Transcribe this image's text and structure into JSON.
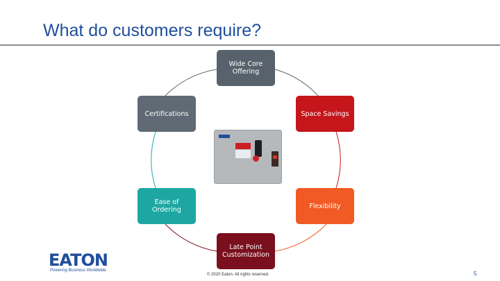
{
  "slide": {
    "title": "What do customers require?",
    "copyright": "© 2020 Eaton. All rights reserved.",
    "page_number": "5"
  },
  "cycle": {
    "items": [
      {
        "label": "Wide Core Offering",
        "color": "#58626c"
      },
      {
        "label": "Space Savings",
        "color": "#c5161c"
      },
      {
        "label": "Flexibility",
        "color": "#f15a24"
      },
      {
        "label": "Late Point Customization",
        "color": "#7a0f1d"
      },
      {
        "label": "Ease of Ordering",
        "color": "#1ea7a2"
      },
      {
        "label": "Certifications",
        "color": "#5f6a74"
      }
    ]
  },
  "logo": {
    "wordmark": "EATON",
    "tagline": "Powering Business Worldwide",
    "brand_color": "#1f4e9c"
  }
}
